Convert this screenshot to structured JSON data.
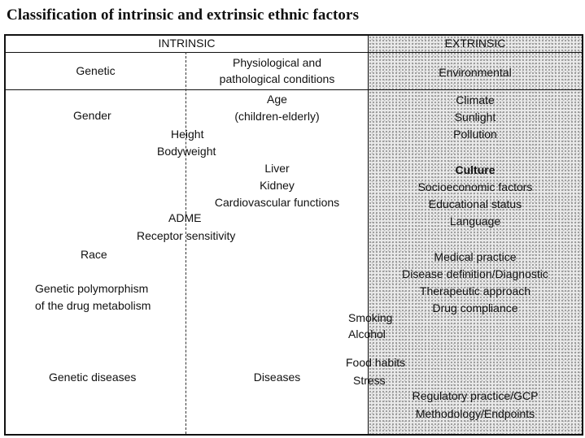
{
  "title": "Classification of intrinsic and extrinsic ethnic factors",
  "header": {
    "intrinsic": "INTRINSIC",
    "extrinsic": "EXTRINSIC",
    "genetic": "Genetic",
    "physiological": "Physiological and\npathological conditions",
    "environmental": "Environmental"
  },
  "factors": {
    "age": "Age\n(children-elderly)",
    "gender": "Gender",
    "height": "Height",
    "bodyweight": "Bodyweight",
    "liver": "Liver",
    "kidney": "Kidney",
    "cardiovascular": "Cardiovascular functions",
    "adme": "ADME",
    "receptor": "Receptor sensitivity",
    "race": "Race",
    "polymorphism": "Genetic polymorphism\nof the drug metabolism",
    "genetic_diseases": "Genetic diseases",
    "diseases": "Diseases",
    "climate": "Climate",
    "sunlight": "Sunlight",
    "pollution": "Pollution",
    "culture": "Culture",
    "socioeconomic": "Socioeconomic factors",
    "educational": "Educational status",
    "language": "Language",
    "medical_practice": "Medical practice",
    "disease_definition": "Disease definition/Diagnostic",
    "therapeutic": "Therapeutic approach",
    "drug_compliance": "Drug compliance",
    "smoking": "Smoking",
    "alcohol": "Alcohol",
    "food_habits": "Food habits",
    "stress": "Stress",
    "regulatory": "Regulatory practice/GCP",
    "methodology": "Methodology/Endpoints"
  }
}
